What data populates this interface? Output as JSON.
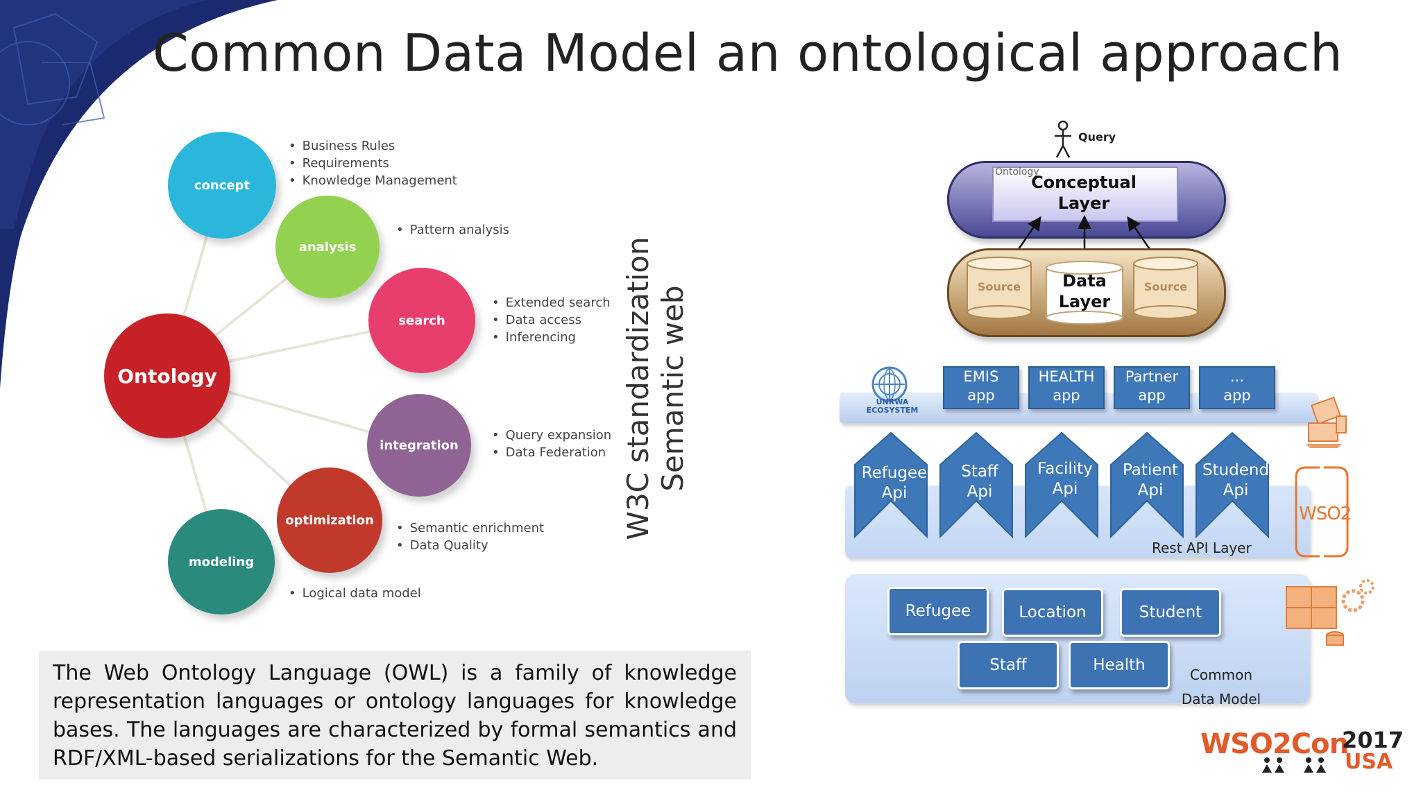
{
  "slide": {
    "title": "Common Data Model an ontological approach"
  },
  "wheel": {
    "center": "Ontology",
    "nodes": [
      {
        "label": "concept",
        "color": "#2bb7dc",
        "bullets": [
          "Business Rules",
          "Requirements",
          "Knowledge Management"
        ]
      },
      {
        "label": "analysis",
        "color": "#93d251",
        "bullets": [
          "Pattern analysis"
        ]
      },
      {
        "label": "search",
        "color": "#e83e6c",
        "bullets": [
          "Extended search",
          "Data access",
          "Inferencing"
        ]
      },
      {
        "label": "integration",
        "color": "#8f6494",
        "bullets": [
          "Query expansion",
          "Data Federation"
        ]
      },
      {
        "label": "optimization",
        "color": "#c0392b",
        "bullets": [
          "Semantic enrichment",
          "Data Quality"
        ]
      },
      {
        "label": "modeling",
        "color": "#2a8a7c",
        "bullets": [
          "Logical data model"
        ]
      }
    ],
    "center_color": "#c72128"
  },
  "side_label": {
    "line1": "W3C standardization",
    "line2": "Semantic web"
  },
  "owl_description": "The Web Ontology Language (OWL) is a family of knowledge representation languages or ontology languages for knowledge bases. The languages are characterized by formal semantics and RDF/XML-based serializations for the Semantic Web.",
  "architecture": {
    "query_label": "Query",
    "ontology_label": "Ontology",
    "conceptual_layer": [
      "Conceptual",
      "Layer"
    ],
    "data_layer": [
      "Data",
      "Layer"
    ],
    "source_left": "Source",
    "source_right": "Source",
    "ecosystem_label": [
      "UNRWA",
      "ECOSYSTEM"
    ],
    "apps": [
      {
        "name": "EMIS",
        "sub": "app"
      },
      {
        "name": "HEALTH",
        "sub": "app"
      },
      {
        "name": "Partner",
        "sub": "app"
      },
      {
        "name": "...",
        "sub": "app"
      }
    ],
    "apis": [
      {
        "name": "Refugee",
        "sub": "Api"
      },
      {
        "name": "Staff",
        "sub": "Api"
      },
      {
        "name": "Facility",
        "sub": "Api"
      },
      {
        "name": "Patient",
        "sub": "Api"
      },
      {
        "name": "Studend",
        "sub": "Api"
      }
    ],
    "rest_api_layer": "Rest API Layer",
    "wso2_badge": "WSO2",
    "entities_row1": [
      "Refugee",
      "Location",
      "Student"
    ],
    "entities_row2": [
      "Staff",
      "Health"
    ],
    "common_data_model": [
      "Common",
      "Data Model"
    ]
  },
  "footer_logo": {
    "brand": "WSO2Con",
    "year": "2017",
    "region": "USA"
  },
  "colors": {
    "navy": "#1b2a6e",
    "app_blue": "#3f78b8",
    "band_blue": "#cfe0f6",
    "wso2_orange": "#e8762d"
  }
}
